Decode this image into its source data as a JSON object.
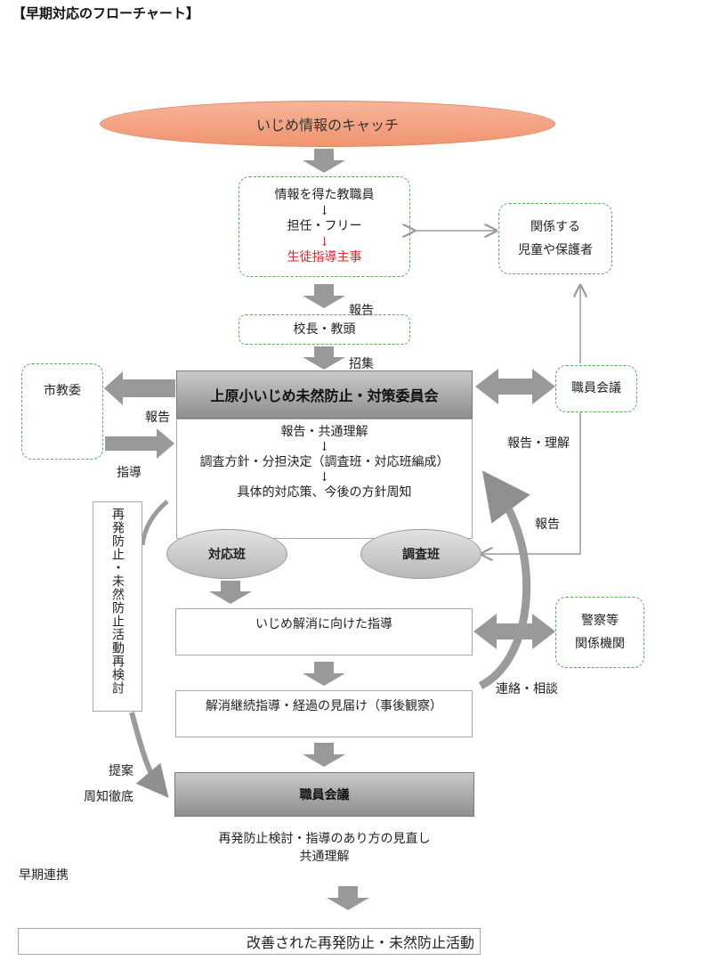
{
  "title": "【早期対応のフローチャート】",
  "catch": "いじめ情報のキャッチ",
  "staff_box": {
    "line1": "情報を得た教職員",
    "arrow": "↓",
    "line2": "担任・フリー",
    "line3": "生徒指導主事"
  },
  "related": {
    "line1": "関係する",
    "line2": "児童や保護者"
  },
  "principal": "校長・教頭",
  "label_report1": "報告",
  "label_convene": "招集",
  "committee": "上原小いじめ未然防止・対策委員会",
  "committee_body": {
    "line1": "報告・共通理解",
    "line2": "調査方針・分担決定（調査班・対応班編成）",
    "line3": "具体的対応策、今後の方針周知",
    "arrow": "↓"
  },
  "city_board": "市教委",
  "label_report2": "報告",
  "label_guidance": "指導",
  "staff_meeting_top": "職員会議",
  "label_report_understand": "報告・理解",
  "label_report3": "報告",
  "team_response": "対応班",
  "team_survey": "調査班",
  "vertical_box": "再発防止・未然防止活動再検討",
  "resolve": "いじめ解消に向けた指導",
  "police": {
    "line1": "警察等",
    "line2": "関係機関"
  },
  "label_contact": "連絡・相談",
  "continue": "解消継続指導・経過の見届け（事後観察）",
  "label_propose": "提案",
  "label_notify": "周知徹底",
  "staff_meeting_bottom": "職員会議",
  "review": {
    "line1": "再発防止検討・指導のあり方の見直し",
    "line2": "共通理解"
  },
  "label_early": "早期連携",
  "final": "改善された再発防止・未然防止活動"
}
